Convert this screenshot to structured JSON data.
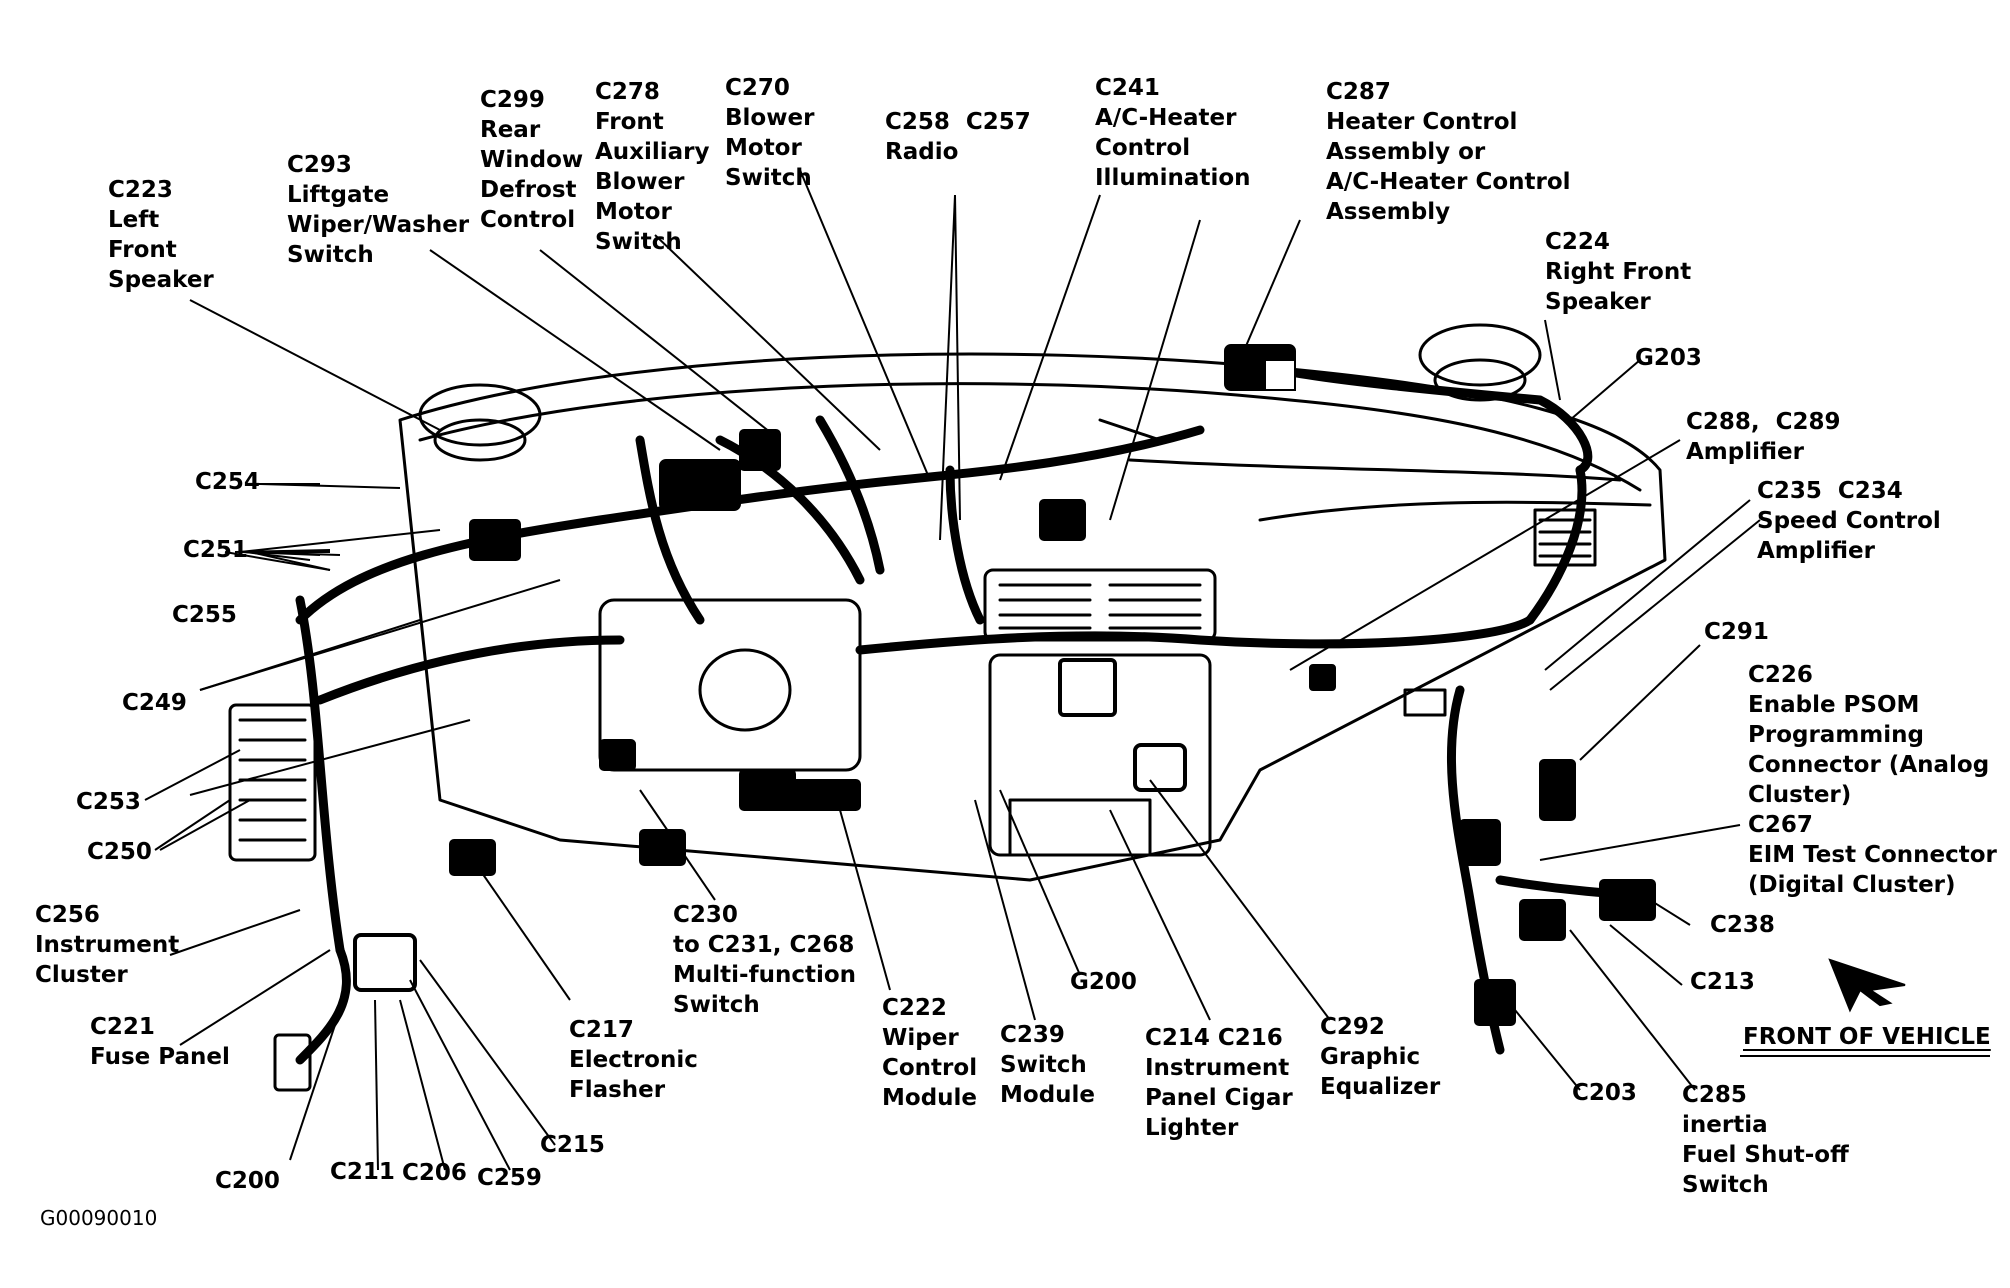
{
  "figure_id": "G00090010",
  "front_of_vehicle": "FRONT OF VEHICLE",
  "labels": {
    "c223": "C223\nLeft\nFront\nSpeaker",
    "c293": "C293\nLiftgate\nWiper/Washer\nSwitch",
    "c299": "C299\nRear\nWindow\nDefrost\nControl",
    "c278": "C278\nFront\nAuxiliary\nBlower\nMotor\nSwitch",
    "c270": "C270\nBlower\nMotor\nSwitch",
    "c258_c257": "C258  C257\nRadio",
    "c241": "C241\nA/C-Heater\nControl\nIllumination",
    "c287": "C287\nHeater Control\nAssembly or\nA/C-Heater Control\nAssembly",
    "c224": "C224\nRight Front\nSpeaker",
    "g203": "G203",
    "c288_c289": "C288,  C289\nAmplifier",
    "c235_c234": "C235  C234\nSpeed Control\nAmplifier",
    "c291": "C291",
    "c226_c267": "C226\nEnable PSOM\nProgramming\nConnector (Analog\nCluster)\nC267\nEIM Test Connector\n(Digital Cluster)",
    "c238": "C238",
    "c213": "C213",
    "c285": "C285\ninertia\nFuel Shut-off\nSwitch",
    "c203": "C203",
    "c292": "C292\nGraphic\nEqualizer",
    "c214_c216": "C214 C216\nInstrument\nPanel Cigar\nLighter",
    "g200": "G200",
    "c239": "C239\nSwitch\nModule",
    "c222": "C222\nWiper\nControl\nModule",
    "c230": "C230\nto C231, C268\nMulti-function\nSwitch",
    "c217": "C217\nElectronic\nFlasher",
    "c215": "C215",
    "c259": "C259",
    "c206": "C206",
    "c211": "C211",
    "c200": "C200",
    "c221": "C221\nFuse Panel",
    "c256": "C256\nInstrument\nCluster",
    "c250": "C250",
    "c253": "C253",
    "c249": "C249",
    "c255": "C255",
    "c251": "C251",
    "c254": "C254"
  }
}
